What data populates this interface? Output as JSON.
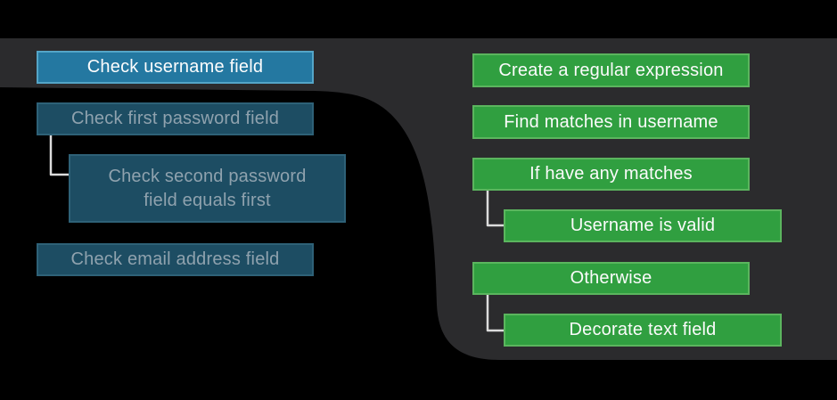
{
  "slide": {
    "left_column": {
      "items": [
        {
          "label": "Check username field",
          "state": "active"
        },
        {
          "label": "Check first password field",
          "state": "dimmed"
        },
        {
          "label": "Check second password field equals first",
          "state": "dimmed",
          "indented": true
        },
        {
          "label": "Check email address field",
          "state": "dimmed"
        }
      ]
    },
    "right_column": {
      "items": [
        {
          "label": "Create a regular expression"
        },
        {
          "label": "Find matches in username"
        },
        {
          "label": "If have any matches"
        },
        {
          "label": "Username is valid",
          "indented": true
        },
        {
          "label": "Otherwise"
        },
        {
          "label": "Decorate text field",
          "indented": true
        }
      ]
    },
    "colors": {
      "background": "#000000",
      "panel": "#2b2b2d",
      "active_fill": "#2478a1",
      "active_border": "#54a5c7",
      "dimmed_fill": "#1d4d63",
      "dimmed_border": "#2e6177",
      "dimmed_text": "#8fa2ae",
      "green_fill": "#309f40",
      "green_border": "#5bb55e",
      "connector": "#dcdcdc"
    }
  }
}
